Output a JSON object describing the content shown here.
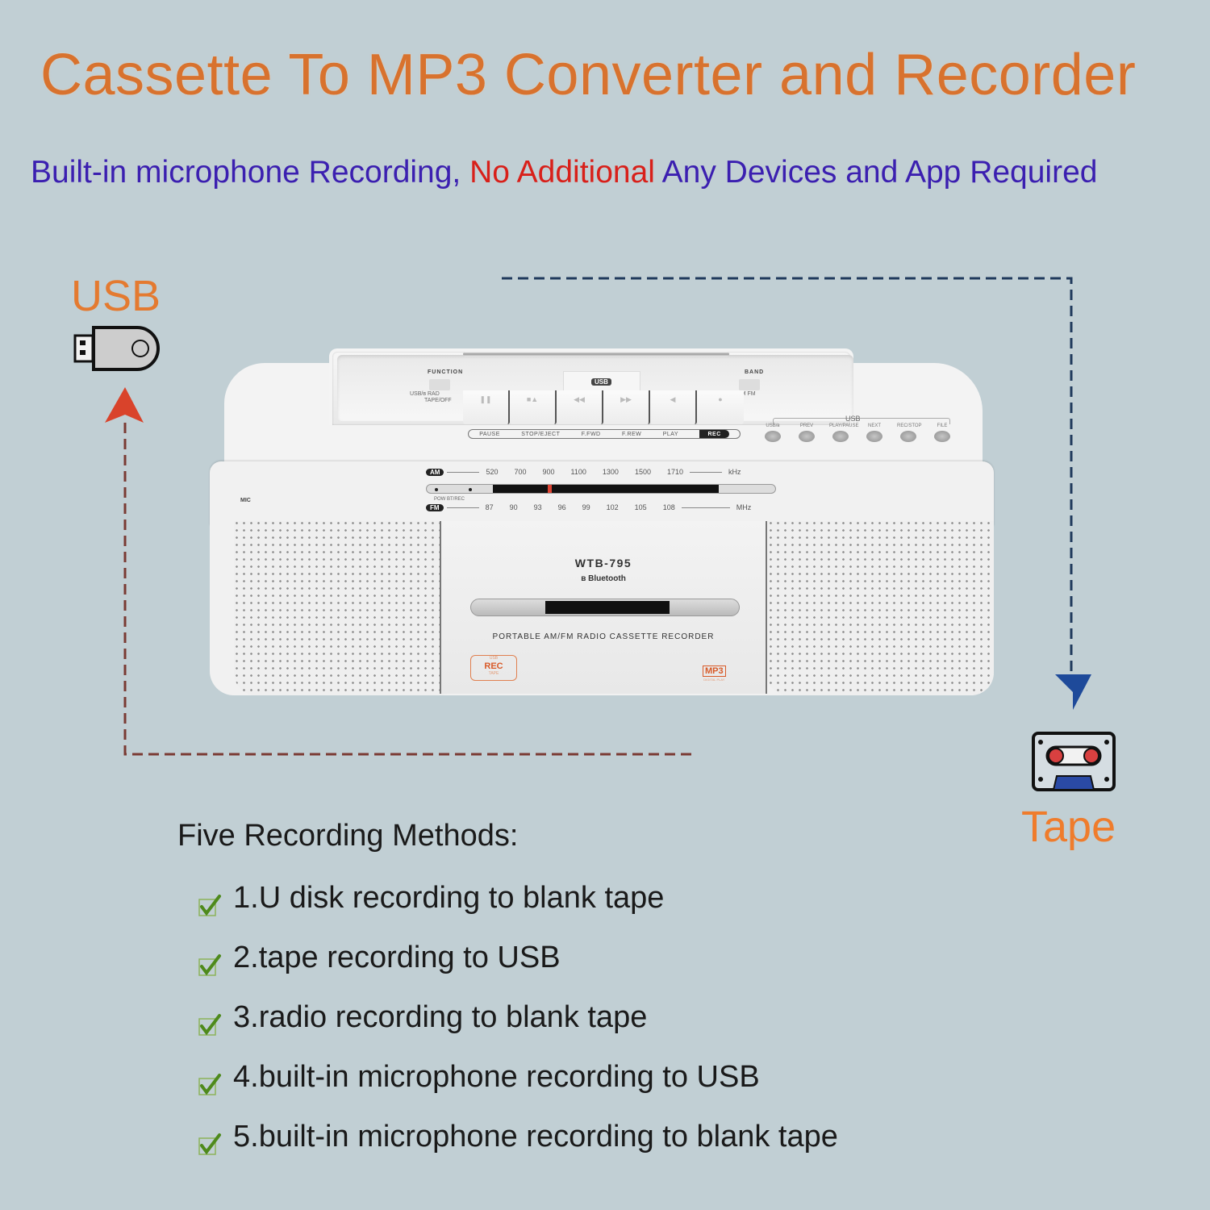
{
  "header": {
    "title": "Cassette To MP3 Converter and Recorder",
    "subtitle": {
      "part1": "Built-in microphone Recording, ",
      "part2_highlight": "No Additional",
      "part3": " Any Devices and  App Required"
    }
  },
  "flow": {
    "source_label": "USB",
    "source_icon": "usb-flash-drive-icon",
    "target_label": "Tape",
    "target_icon": "cassette-tape-icon",
    "colors": {
      "title": "#d8722e",
      "subtitle": "#3b1fb0",
      "highlight": "#d8201a",
      "usb_arrow": "#d9432b",
      "tape_arrow": "#1e4a9a",
      "dash_top": "#203a5c",
      "dash_bottom": "#7a3b33"
    }
  },
  "device": {
    "function_label": "FUNCTION",
    "function_options": "USB/ʙ  RAD",
    "function_sub": "TAPE/OFF",
    "band_label": "BAND",
    "band_options": "AM  FM",
    "usb_port_label": "USB",
    "transport_keys": [
      "PAUSE",
      "STOP/EJECT",
      "F.FWD",
      "F.REW",
      "PLAY",
      "REC"
    ],
    "transport_symbols": [
      "❚❚",
      "■▲",
      "◀◀",
      "▶▶",
      "◀",
      "●"
    ],
    "usb_panel_label": "USB",
    "usb_buttons": [
      "USB/ʙ",
      "PREV",
      "PLAY/PAUSE",
      "NEXT",
      "REC/STOP",
      "FILE"
    ],
    "mic_label": "MIC",
    "am_label": "AM",
    "am_ticks": [
      "520",
      "700",
      "900",
      "1100",
      "1300",
      "1500",
      "1710"
    ],
    "am_unit": "kHz",
    "fm_label": "FM",
    "fm_ticks": [
      "87",
      "90",
      "93",
      "96",
      "99",
      "102",
      "105",
      "108"
    ],
    "fm_unit": "MHz",
    "indicator_labels": "POW  BT/REC",
    "model": "WTB-795",
    "bluetooth": "Bluetooth",
    "description": "PORTABLE AM/FM RADIO CASSETTE RECORDER",
    "rec_badge": {
      "top": "USB",
      "main": "REC",
      "bottom": "TAPE"
    },
    "mp3_badge": {
      "main": "MP3",
      "sub": "DIGITAL PLAY"
    }
  },
  "methods": {
    "heading": "Five Recording Methods:",
    "items": [
      "1.U disk recording to blank tape",
      "2.tape recording to USB",
      "3.radio recording to blank tape",
      "4.built-in microphone recording to USB",
      "5.built-in microphone recording to blank tape"
    ]
  }
}
